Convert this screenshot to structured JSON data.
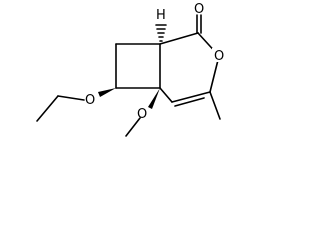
{
  "molecule": {
    "atoms": {
      "carbonyl_oxygen": "O",
      "ring_oxygen": "O",
      "ethoxy_oxygen": "O",
      "methoxy_oxygen": "O"
    },
    "stereo_h": "H",
    "colors": {
      "bond": "#000000",
      "background": "#ffffff"
    }
  }
}
